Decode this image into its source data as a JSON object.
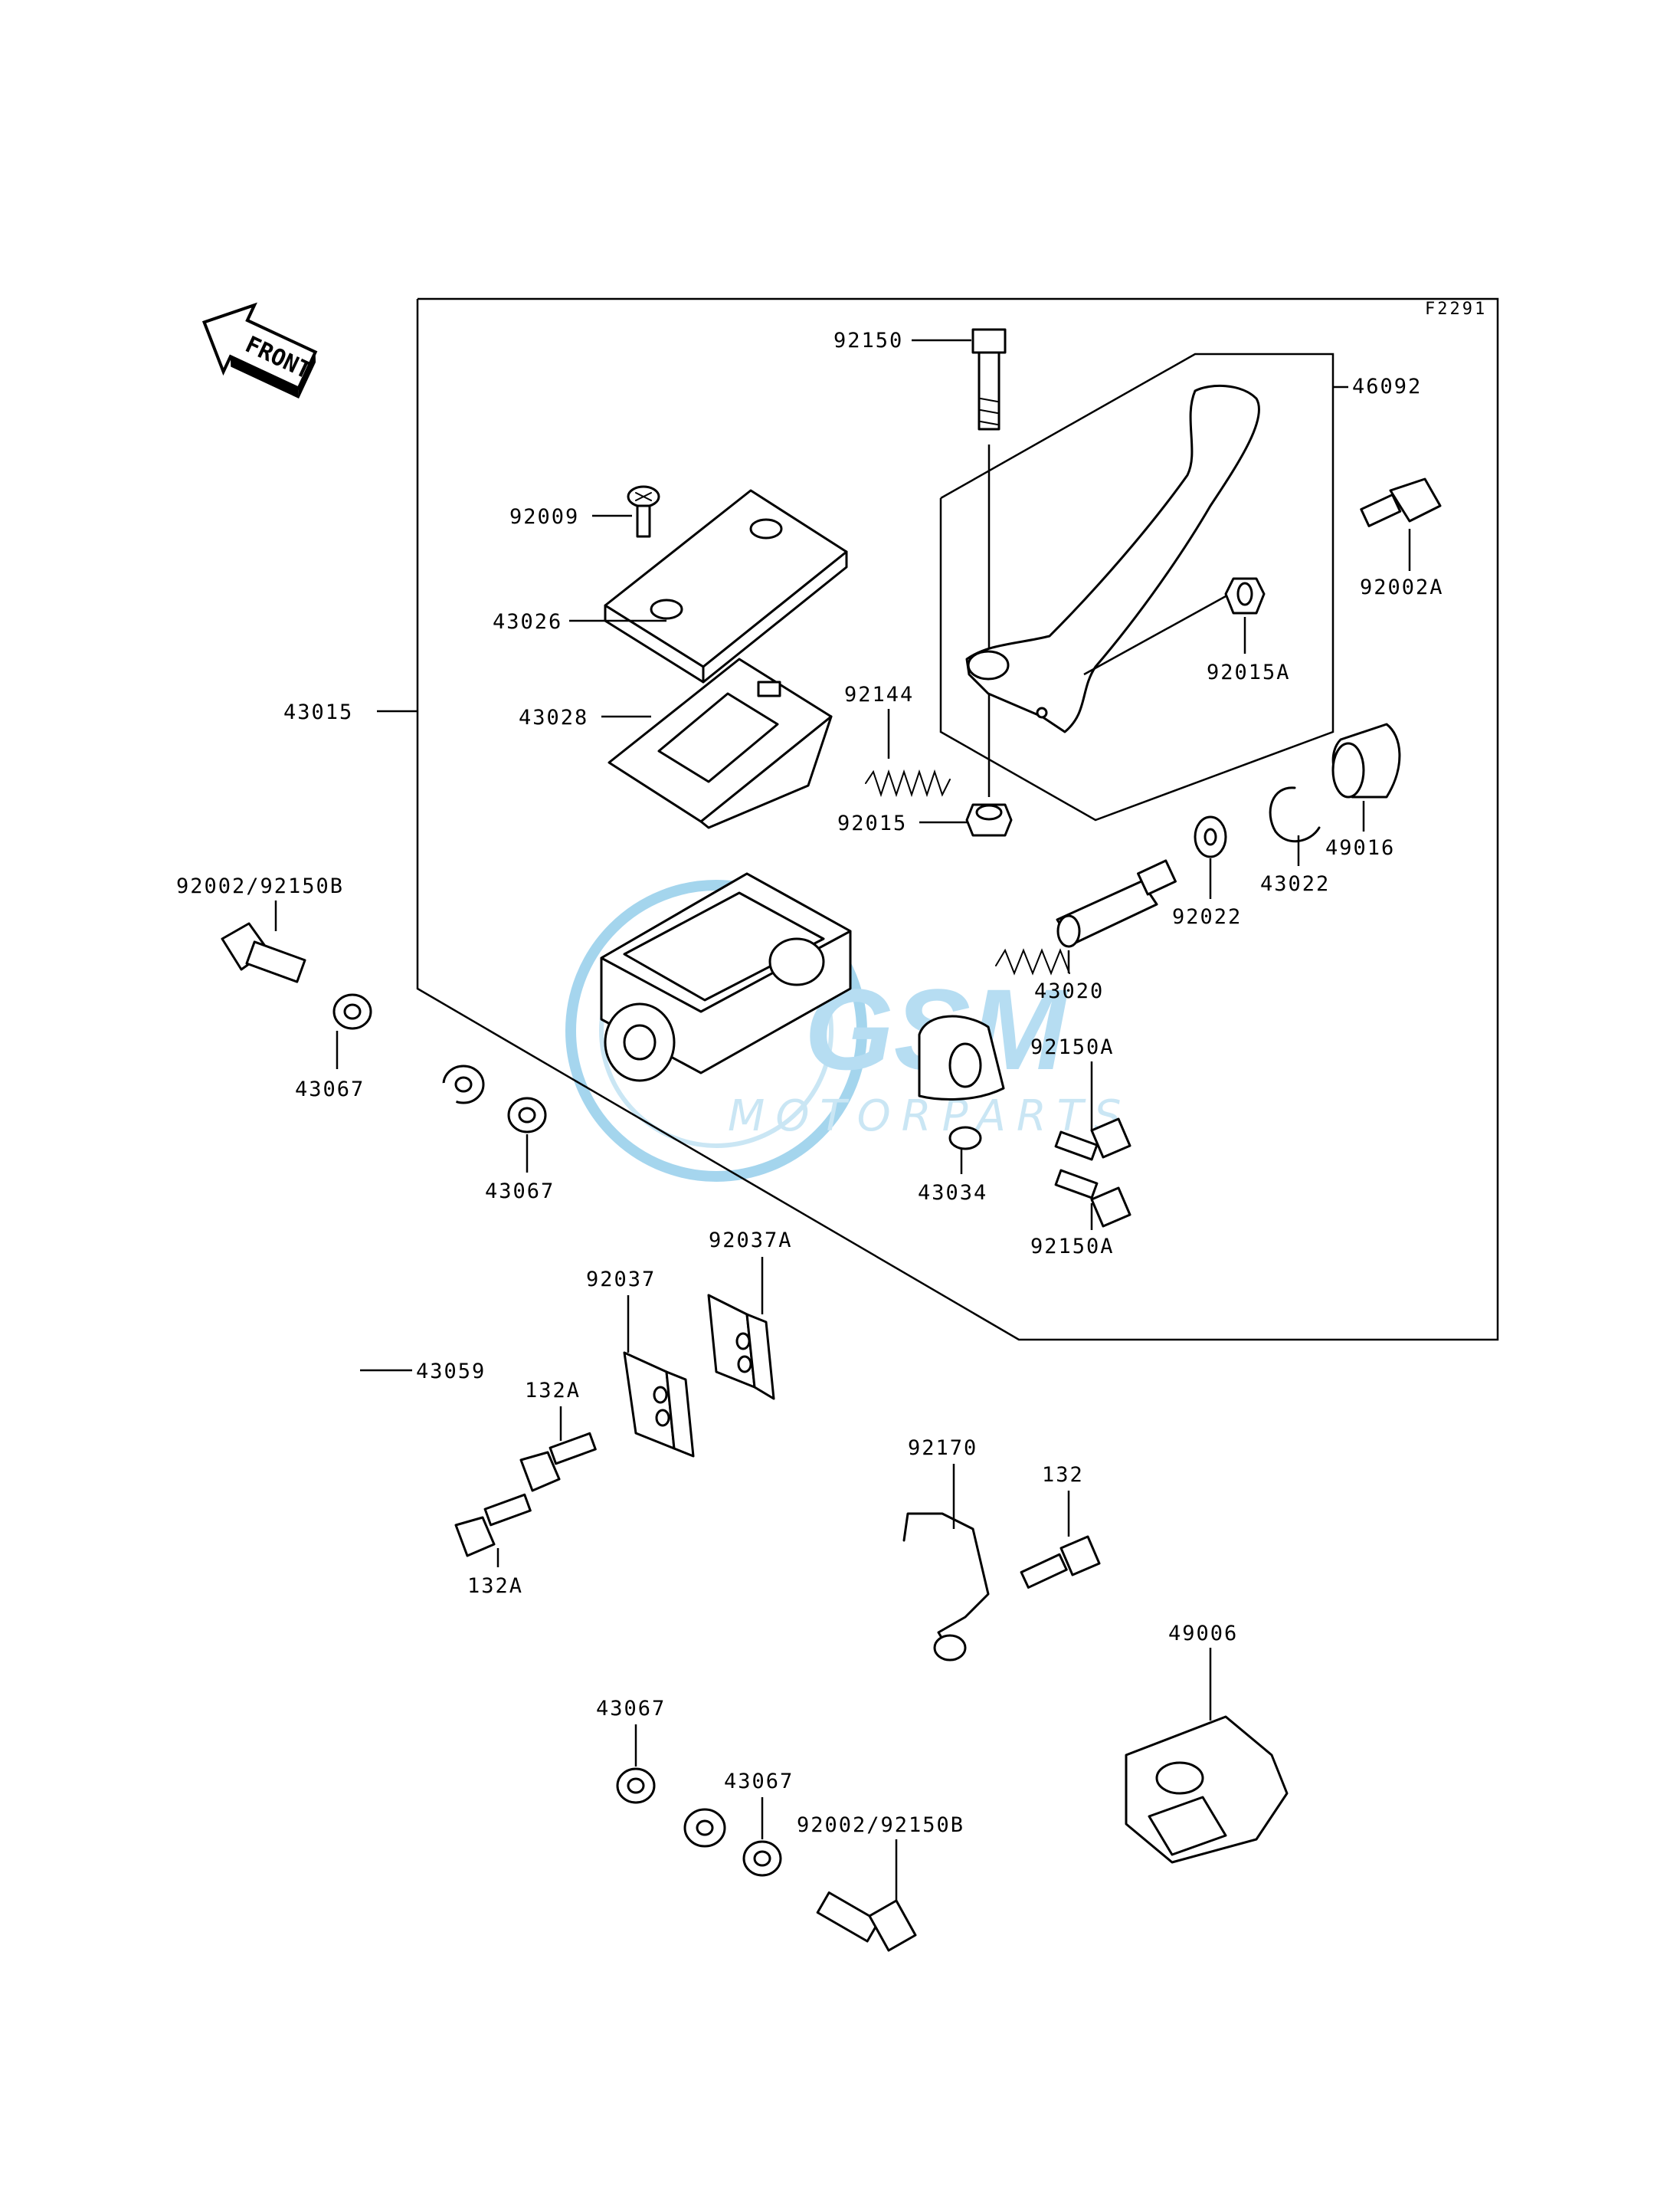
{
  "diagram": {
    "figure_code": "F2291",
    "front_label": "FRONT",
    "watermark": {
      "brand": "GSM",
      "sub": "MOTORPARTS",
      "accent": "#5bb3e0"
    },
    "colors": {
      "line": "#000000",
      "background": "#ffffff"
    },
    "parts": {
      "p92150": "92150",
      "p46092": "46092",
      "p92002A": "92002A",
      "p92009": "92009",
      "p43026": "43026",
      "p92015A": "92015A",
      "p43015": "43015",
      "p43028": "43028",
      "p92144": "92144",
      "p49016": "49016",
      "p92015": "92015",
      "p43022": "43022",
      "p92022": "92022",
      "p92002_92150B_top": "92002/92150B",
      "p43020": "43020",
      "p43067_a": "43067",
      "p92150A_a": "92150A",
      "p43067_b": "43067",
      "p43034": "43034",
      "p92150A_b": "92150A",
      "p92037A": "92037A",
      "p92037": "92037",
      "p43059": "43059",
      "p132A_a": "132A",
      "p132A_b": "132A",
      "p92170": "92170",
      "p132": "132",
      "p49006": "49006",
      "p43067_c": "43067",
      "p43067_d": "43067",
      "p92002_92150B_bottom": "92002/92150B"
    }
  }
}
